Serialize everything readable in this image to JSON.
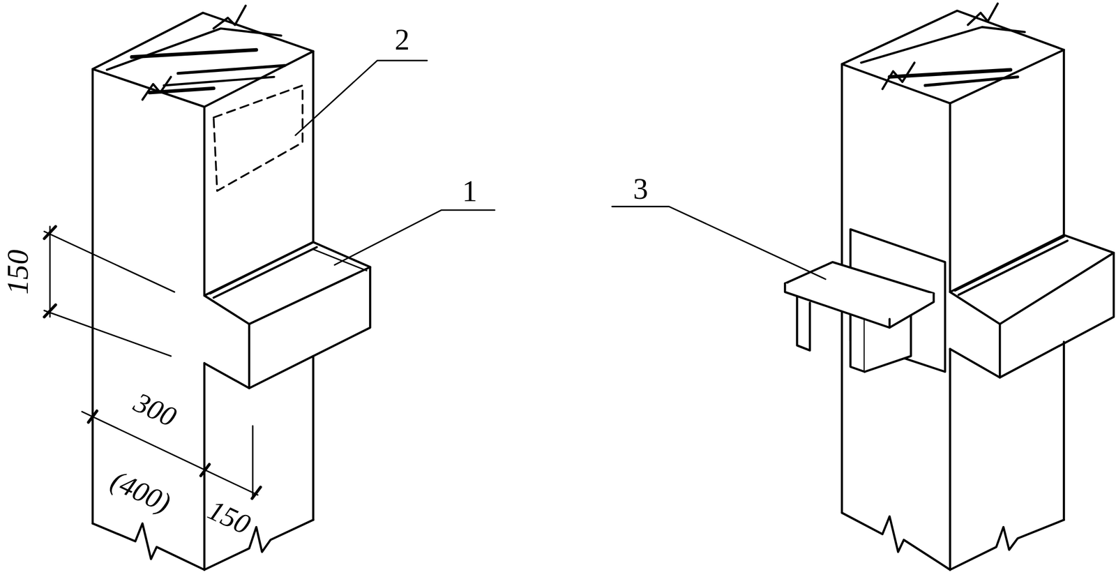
{
  "diagram": {
    "labels": [
      "2",
      "1",
      "3",
      "150",
      "300",
      "(400)",
      "150"
    ]
  }
}
